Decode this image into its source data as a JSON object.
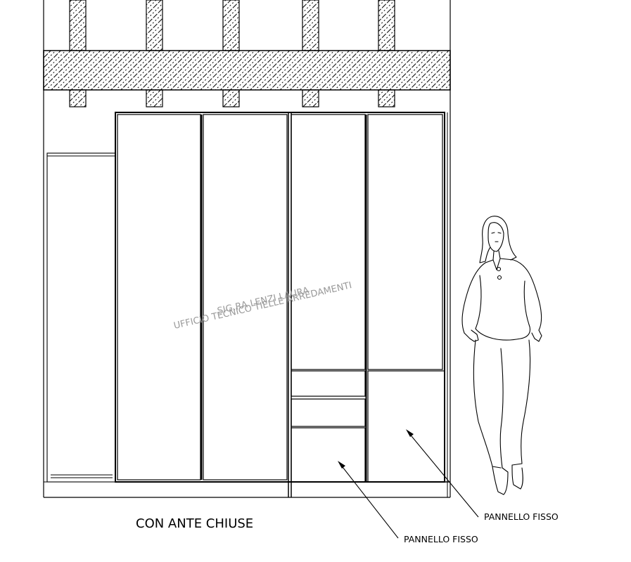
{
  "drawing": {
    "caption": "CON ANTE CHIUSE",
    "watermark_line1": "SIG.RA LENZI LAURA",
    "watermark_line2": "UFFICIO TECNICO  TIELLE ARREDAMENTI",
    "annotation_1": "PANNELLO FISSO",
    "annotation_2": "PANNELLO FISSO"
  },
  "colors": {
    "line": "#000000",
    "watermark": "#9a9a9a"
  }
}
